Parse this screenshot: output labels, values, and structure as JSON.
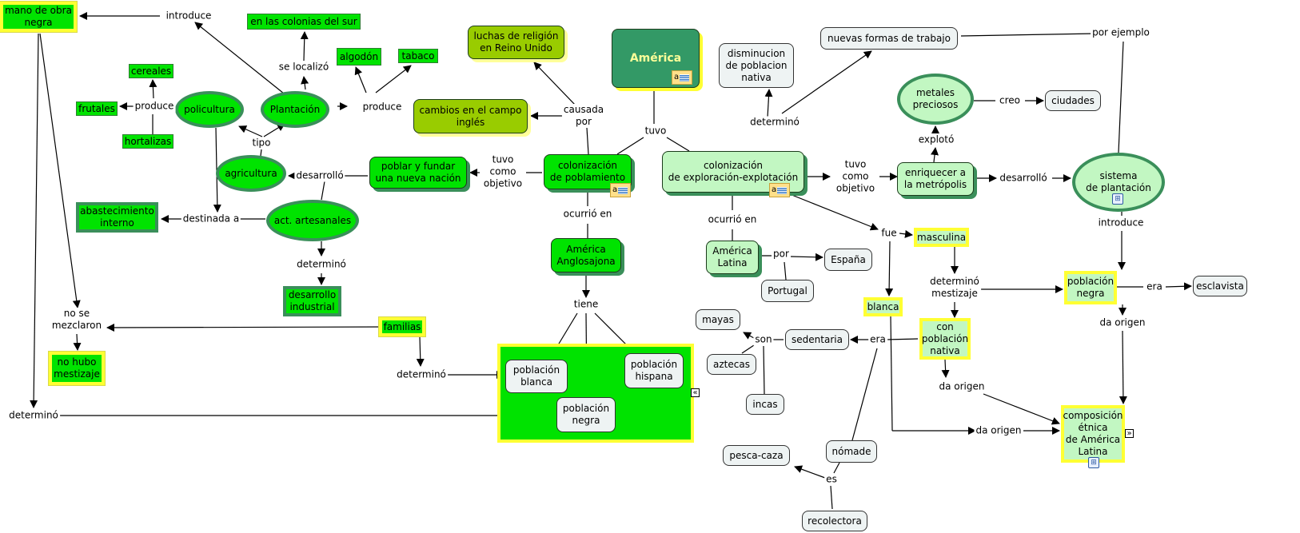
{
  "concept_map": {
    "title": "América",
    "nodes": {
      "america": "América",
      "mano_obra_negra": "mano de obra\nnegra",
      "colonias_sur": "en las colonias del sur",
      "algodon": "algodón",
      "tabaco": "tabaco",
      "cereales": "cereales",
      "frutales": "frutales",
      "hortalizas": "hortalizas",
      "policultura": "policultura",
      "plantacion": "Plantación",
      "agricultura": "agricultura",
      "act_artesanales": "act. artesanales",
      "abastecimiento": "abastecimiento\ninterno",
      "desarrollo_industrial": "desarrollo\nindustrial",
      "no_hubo_mestizaje": "no hubo\nmestizaje",
      "familias": "familias",
      "luchas_religion": "luchas de religión\nen Reino Unido",
      "cambios_campo": "cambios en el campo\ninglés",
      "poblar_fundar": "poblar y fundar\nuna nueva nación",
      "colonizacion_poblamiento": "colonización\nde poblamiento",
      "america_anglosajona": "América\nAnglosajona",
      "poblacion_blanca": "población\nblanca",
      "poblacion_hispana": "población\nhispana",
      "poblacion_negra_aa": "población\nnegra",
      "disminucion": "disminucion\nde poblacion\nnativa",
      "nuevas_formas": "nuevas formas de trabajo",
      "colonizacion_exploracion": "colonización\nde exploración-explotación",
      "metales": "metales\npreciosos",
      "ciudades": "ciudades",
      "enriquecer": "enriquecer a\nla metrópolis",
      "sistema_plantacion": "sistema\nde plantación",
      "america_latina": "América\nLatina",
      "espana": "España",
      "portugal": "Portugal",
      "masculina": "masculina",
      "blanca": "blanca",
      "con_poblacion_nativa": "con\npoblación\nnativa",
      "poblacion_negra_al": "población\nnegra",
      "esclavista": "esclavista",
      "composicion": "composición\nétnica\nde América\nLatina",
      "mayas": "mayas",
      "aztecas": "aztecas",
      "incas": "incas",
      "sedentaria": "sedentaria",
      "nomade": "nómade",
      "pesca_caza": "pesca-caza",
      "recolectora": "recolectora"
    },
    "link_labels": {
      "introduce_1": "introduce",
      "se_localizo": "se localizó",
      "produce_1": "produce",
      "produce_2": "produce",
      "tipo": "tipo",
      "desarrollo_1": "desarrolló",
      "destinada_a": "destinada a",
      "determino_1": "determinó",
      "no_se_mezclaron": "no se\nmezclaron",
      "determino_2": "determinó",
      "determino_3": "determinó",
      "causada_por": "causada\npor",
      "tuvo_como_objetivo_1": "tuvo\ncomo\nobjetivo",
      "tuvo": "tuvo",
      "ocurrio_en_1": "ocurrió en",
      "tiene": "tiene",
      "determino_4": "determinó",
      "tuvo_como_objetivo_2": "tuvo\ncomo\nobjetivo",
      "explotó": "explotó",
      "creo": "creo",
      "desarrollo_2": "desarrolló",
      "por_ejemplo": "por ejemplo",
      "introduce_2": "introduce",
      "ocurrio_en_2": "ocurrió en",
      "por": "por",
      "fue": "fue",
      "determino_mestizaje": "determinó\nmestizaje",
      "era_1": "era",
      "da_origen_1": "da origen",
      "da_origen_2": "da origen",
      "da_origen_3": "da origen",
      "era_2": "era",
      "son": "son",
      "es": "es"
    },
    "icons": {
      "note": "a",
      "submap": "⊞",
      "nav_prev": "«",
      "nav_next": "»"
    },
    "colors": {
      "bright_green": "#00e300",
      "dark_green": "#339966",
      "pale_green": "#c2f7c2",
      "olive": "#99cc00",
      "yellow_border": "#ffff33",
      "grey_box": "#eef3f3"
    }
  }
}
